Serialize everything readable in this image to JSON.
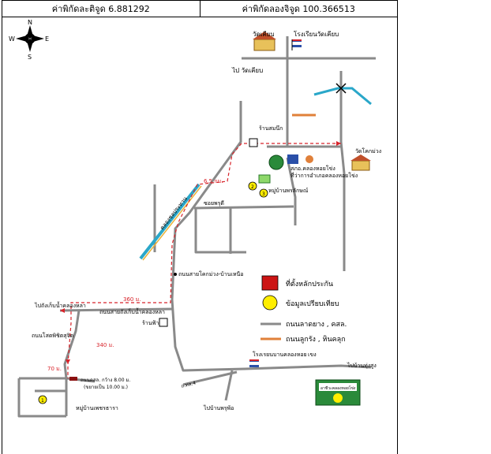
{
  "coordinates": {
    "latitude_label": "ค่าพิกัดละติจูด 6.881292",
    "longitude_label": "ค่าพิกัดลองจิจูด 100.366513"
  },
  "compass": {
    "n": "N",
    "s": "S",
    "e": "E",
    "w": "W"
  },
  "places": {
    "wat_kiab": "วัดเคียบ",
    "school_kiab": "โรงเรียนวัดเคียบ",
    "to_wat_kiab": "ไป วัดเคียบ",
    "shop_samnak": "ร้านสมนึก",
    "wat_khok_muang": "วัดโคกม่วง",
    "sao_khlong_hoi_khong": "สภอ.คลองหอยโข่ง",
    "district_office": "ที่ว่าการอำเภอคลองหอยโข่ง",
    "village_phru_laksa": "หมู่บ้านพรลักษณ์",
    "khlong_phru_dee": "ซอยพรุดี",
    "canal": "คลองชลประทาน",
    "road_sai_khok_muang": "ถนนสายโคกม่วง-บ้านเหนือ",
    "to_water_tank": "ไปถังเก็บน้ำคลองหลา",
    "road_water_tank": "ถนนสายถังเก็บน้ำคลองหลา",
    "shop_fa": "ร้านฟ้า",
    "road_sot_phet": "ถนนโสตพิชิตสุจิต",
    "school_ban_khlong": "โรงเรียนบ้านคลองหอยโข่ง",
    "to_ban_thung_sung": "ไปบ้านทุ่งสูง",
    "to_ban_phru_phon": "ไปบ้านพรุพ้อ",
    "road_highway": "ถ.ทล.4",
    "road_note": "ถนนคสล. กว้าง 8.00 ม.",
    "road_note2": "(ขยายเป็น 10.00 ม.)",
    "village_phet_thara": "หมู่บ้านเพชรธารา",
    "school_logo_text": "อาชีวะคลองหอยโข่ง"
  },
  "distances": {
    "d1": "6.5 กม.",
    "d2": "360 ม.",
    "d3": "340 ม.",
    "d4": "70 ม."
  },
  "markers": {
    "m1": "1",
    "m2": "2",
    "m3": "3"
  },
  "legend": {
    "location": "ที่ตั้งหลักประกัน",
    "comparable": "ข้อมูลเปรียบเทียบ",
    "road_concrete": "ถนนลาดยาง , คสล.",
    "road_laterite": "ถนนลูกรัง , หินคลุก"
  },
  "colors": {
    "road": "#8a8a8a",
    "laterite": "#e0803a",
    "route": "#d8232a",
    "location": "#cc1414",
    "comparable": "#ffee00",
    "canal": "#2aa7c9"
  }
}
